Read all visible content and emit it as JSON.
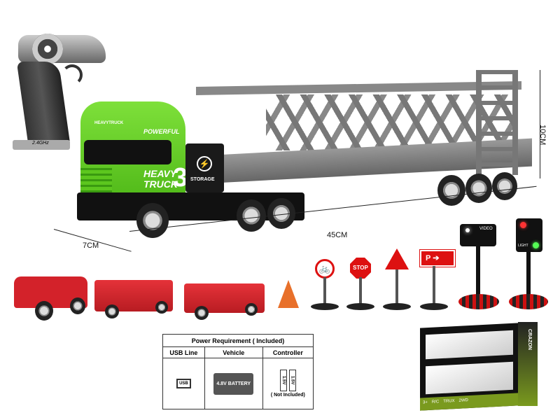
{
  "dimensions": {
    "height": "10CM",
    "length": "45CM",
    "width": "7CM"
  },
  "controller": {
    "label": "2.4GHz"
  },
  "truck": {
    "brand_small": "HEAVYTRUCK",
    "slogan": "POWERFUL",
    "name_line1": "HEAVY",
    "name_line2": "TRUCK",
    "number": "3",
    "storage_label": "STORAGE"
  },
  "accessories": {
    "stop_sign": "STOP",
    "video_sign": "VIDEO",
    "traffic_light_label": "LIGHT"
  },
  "power_table": {
    "title": "Power Requirement ( Included)",
    "columns": [
      "USB Line",
      "Vehicle",
      "Controller"
    ],
    "usb_label": "USB",
    "battery_label": "4.8V BATTERY",
    "cell_label": "1.5V",
    "controller_note": "( Not Included)"
  },
  "box": {
    "brand": "CRAZON",
    "badges": [
      "3+",
      "R/C",
      "TRUX",
      "2WD"
    ]
  },
  "colors": {
    "truck_green": "#5cc61e",
    "trailer_gray": "#7a7a7a",
    "fire_red": "#d8262b"
  }
}
